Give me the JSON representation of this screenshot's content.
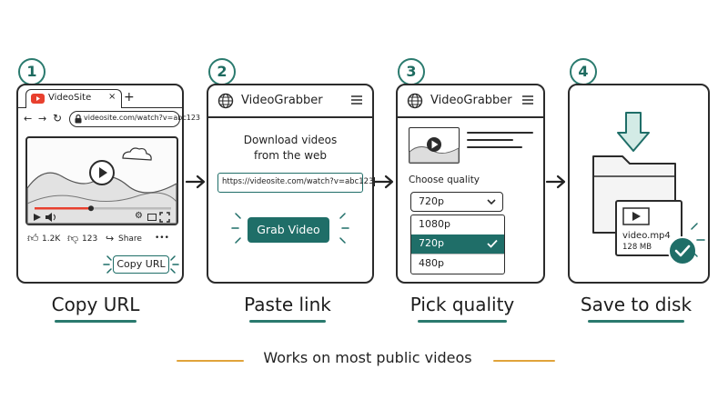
{
  "steps": [
    {
      "number": "1",
      "label": "Copy URL"
    },
    {
      "number": "2",
      "label": "Paste link"
    },
    {
      "number": "3",
      "label": "Pick quality"
    },
    {
      "number": "4",
      "label": "Save to disk"
    }
  ],
  "browser": {
    "tab_title": "VideoSite",
    "new_tab": "+",
    "url": "videosite.com/watch?v=abc123",
    "likes": "1.2K",
    "dislikes": "123",
    "share": "Share",
    "more": "•••",
    "copy_url_button": "Copy URL"
  },
  "grabber": {
    "app_name": "VideoGrabber",
    "heading_line1": "Download videos",
    "heading_line2": "from the web",
    "url_value": "https://videosite.com/watch?v=abc123",
    "grab_button": "Grab Video"
  },
  "quality": {
    "app_name": "VideoGrabber",
    "choose_label": "Choose quality",
    "selected": "720p",
    "options": [
      "1080p",
      "720p",
      "480p"
    ],
    "checked_index": 1
  },
  "save": {
    "file_name": "video.mp4",
    "file_size": "128 MB"
  },
  "footer": {
    "text": "Works on most public videos"
  },
  "colors": {
    "accent": "#1f6e68",
    "youtube_red": "#e8402e",
    "footer_line": "#e0a33a"
  }
}
